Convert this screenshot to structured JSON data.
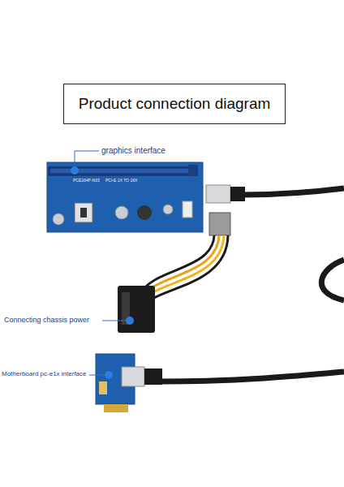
{
  "diagram": {
    "title": "Product connection diagram",
    "labels": [
      "graphics interface",
      "PCE164P-N03",
      "PCI-E 1X TO 16X",
      "Connecting chassis power",
      "Motherboard pc-e1x interface"
    ]
  }
}
